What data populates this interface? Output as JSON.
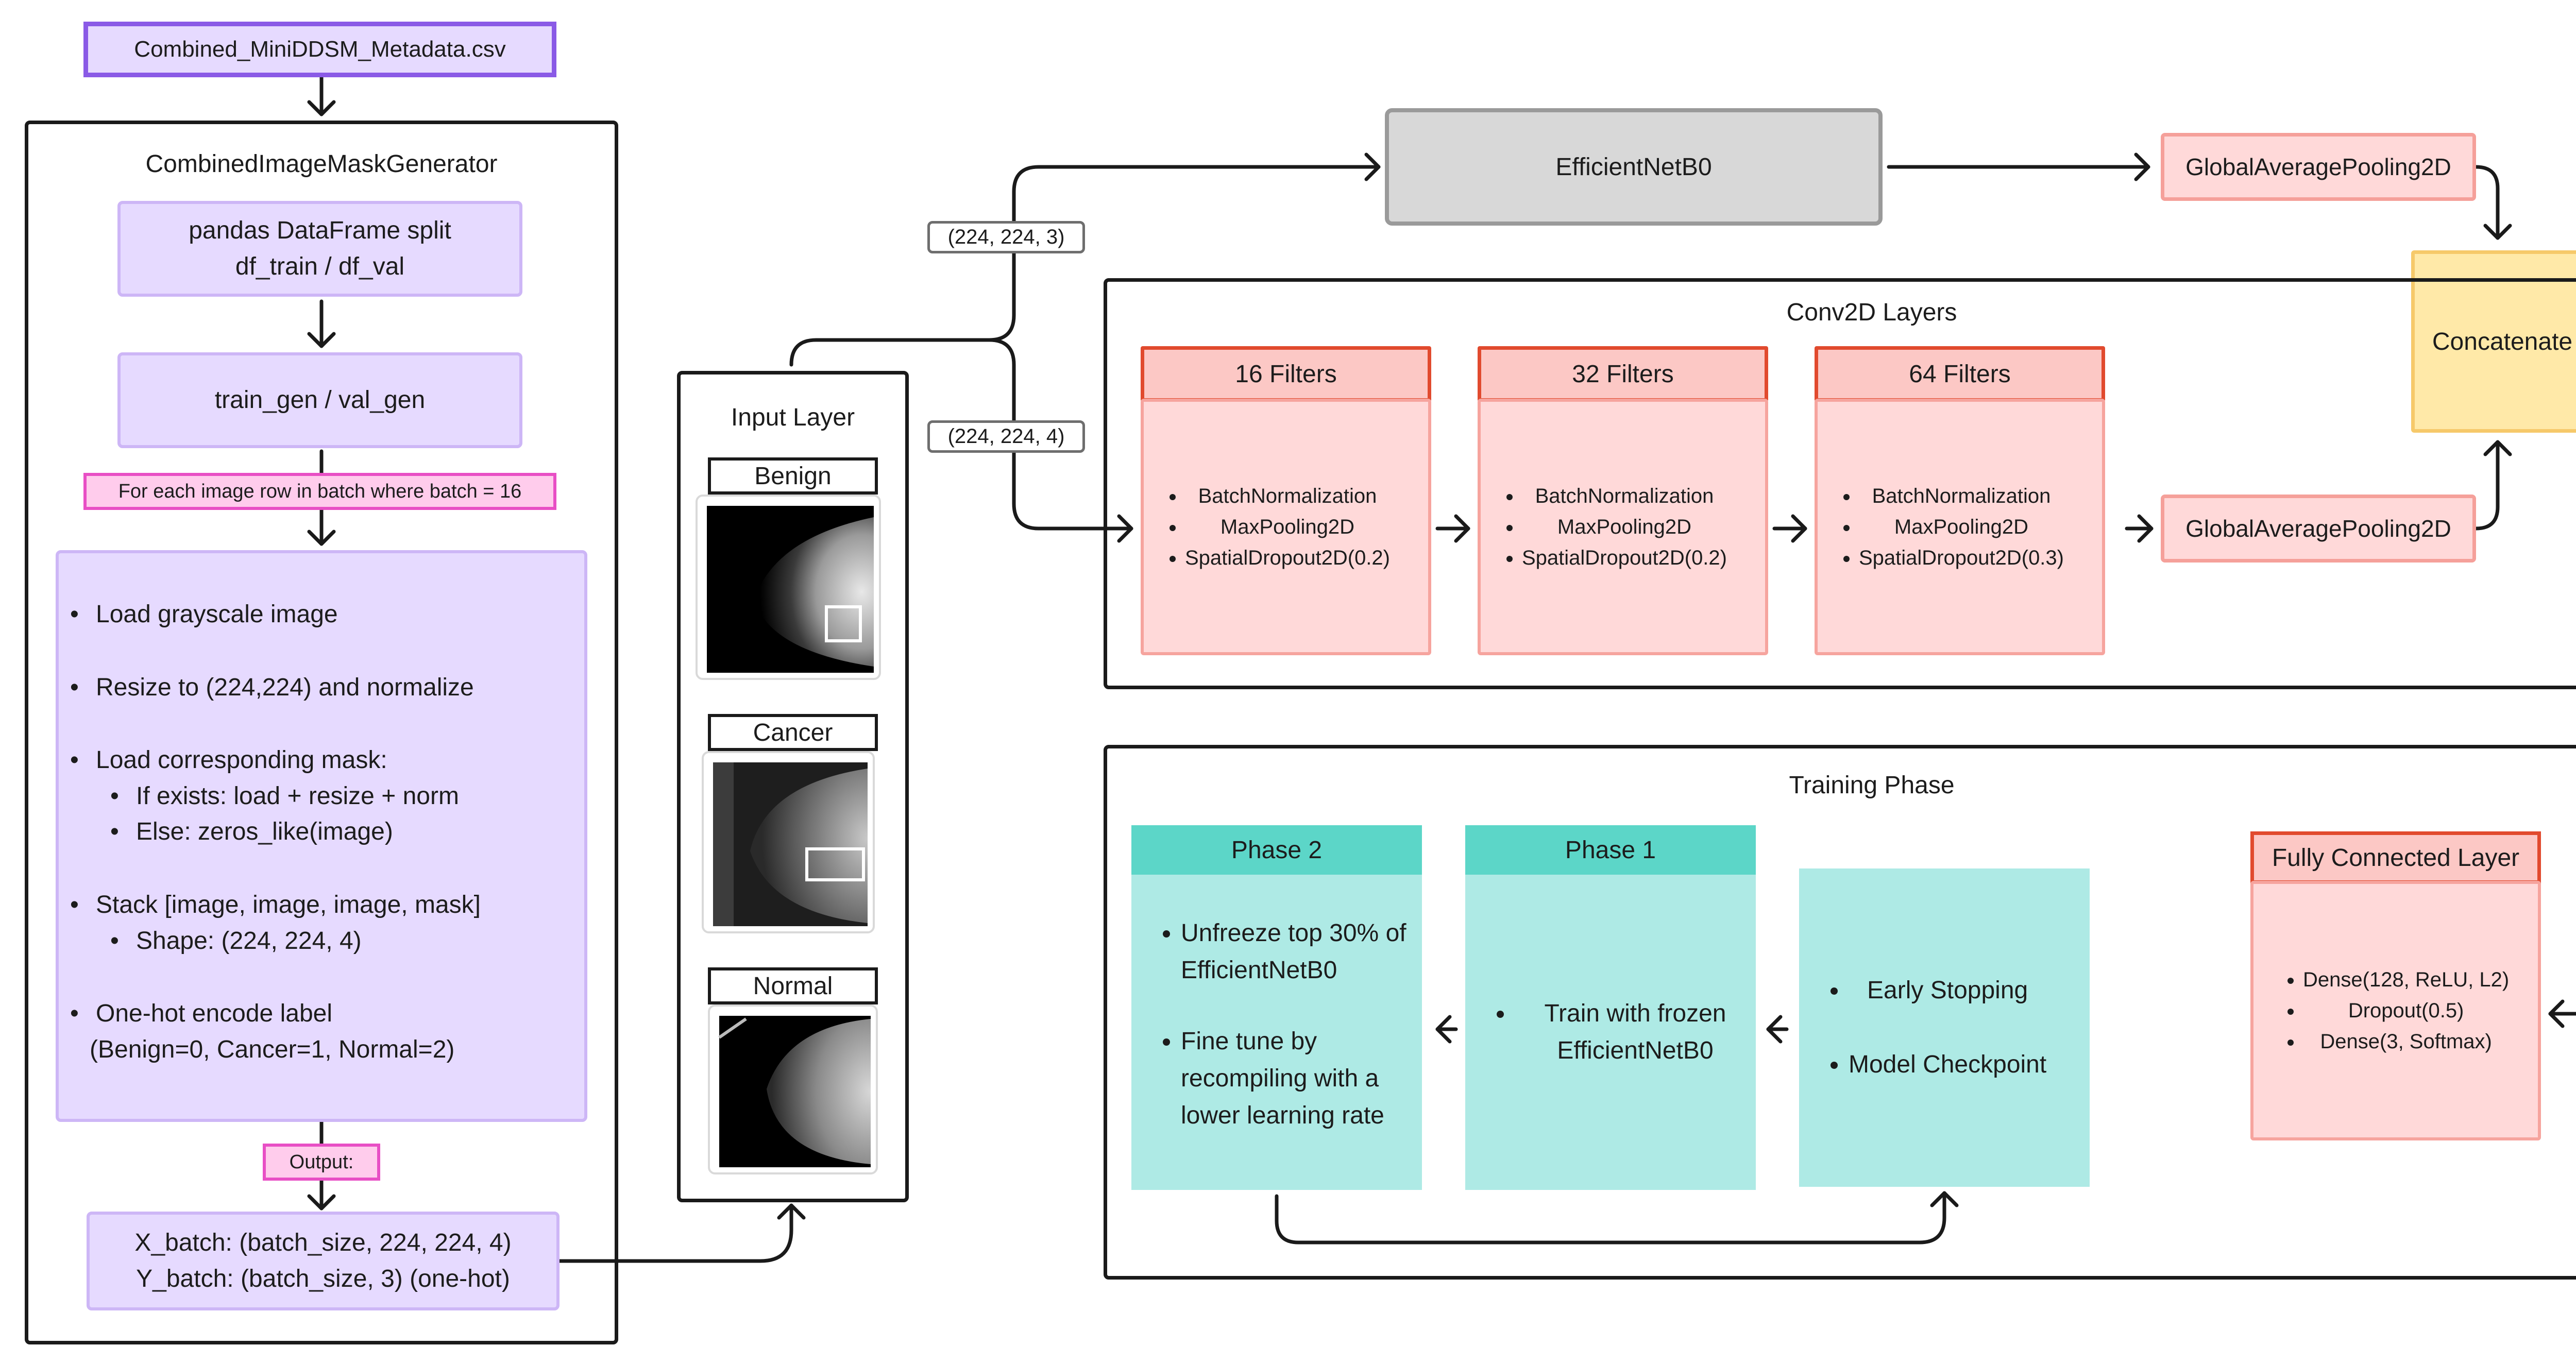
{
  "csv_label": "Combined_MiniDDSM_Metadata.csv",
  "generator": {
    "title": "CombinedImageMaskGenerator",
    "split": [
      "pandas DataFrame split",
      "df_train / df_val"
    ],
    "gen": "train_gen / val_gen",
    "loop_tag": "For each image row in batch where batch = 16",
    "steps": {
      "load_gray": "Load grayscale image",
      "resize": "Resize to (224,224) and normalize",
      "load_mask": "Load corresponding mask:",
      "mask_if": "If exists: load + resize + norm",
      "mask_else": "Else: zeros_like(image)",
      "stack": "Stack [image, image, image, mask]",
      "shape": "Shape: (224, 224, 4)",
      "onehot": "One-hot encode label",
      "onehot_map": "(Benign=0, Cancer=1, Normal=2)"
    },
    "output_tag": "Output:",
    "output": [
      "X_batch: (batch_size, 224, 224, 4)",
      "Y_batch: (batch_size, 3) (one-hot)"
    ]
  },
  "input_layer": {
    "title": "Input Layer",
    "samples": [
      "Benign",
      "Cancer",
      "Normal"
    ]
  },
  "shapes": {
    "rgb": "(224, 224, 3)",
    "rgbm": "(224, 224, 4)"
  },
  "efficientnet": "EfficientNetB0",
  "gap_top": "GlobalAveragePooling2D",
  "gap_bottom": "GlobalAveragePooling2D",
  "concat": "Concatenate",
  "conv": {
    "title": "Conv2D Layers",
    "blocks": [
      {
        "head": "16 Filters",
        "items": [
          "BatchNormalization",
          "MaxPooling2D",
          "SpatialDropout2D(0.2)"
        ]
      },
      {
        "head": "32 Filters",
        "items": [
          "BatchNormalization",
          "MaxPooling2D",
          "SpatialDropout2D(0.2)"
        ]
      },
      {
        "head": "64 Filters",
        "items": [
          "BatchNormalization",
          "MaxPooling2D",
          "SpatialDropout2D(0.3)"
        ]
      }
    ]
  },
  "training": {
    "title": "Training Phase",
    "phase2": {
      "head": "Phase 2",
      "items": [
        "Unfreeze top 30% of EfficientNetB0",
        "Fine tune by recompiling with a lower learning rate"
      ]
    },
    "phase1": {
      "head": "Phase 1",
      "items": [
        "Train with frozen EfficientNetB0"
      ]
    },
    "callbacks": [
      "Early Stopping",
      "Model Checkpoint"
    ]
  },
  "fc": {
    "head": "Fully Connected Layer",
    "items": [
      "Dense(128, ReLU, L2)",
      "Dropout(0.5)",
      "Dense(3, Softmax)"
    ]
  },
  "colors": {
    "purple_fill": "#e6daff",
    "purple_border": "#8a5ae6",
    "pink_tag": "#ffccec",
    "salmon_fill": "#ffd9d9",
    "red_border": "#e14a2e",
    "gray_fill": "#d8d8d8",
    "yellow_fill": "#ffe9a8",
    "teal_head": "#5cd6c8",
    "teal_body": "#aeeae5"
  }
}
